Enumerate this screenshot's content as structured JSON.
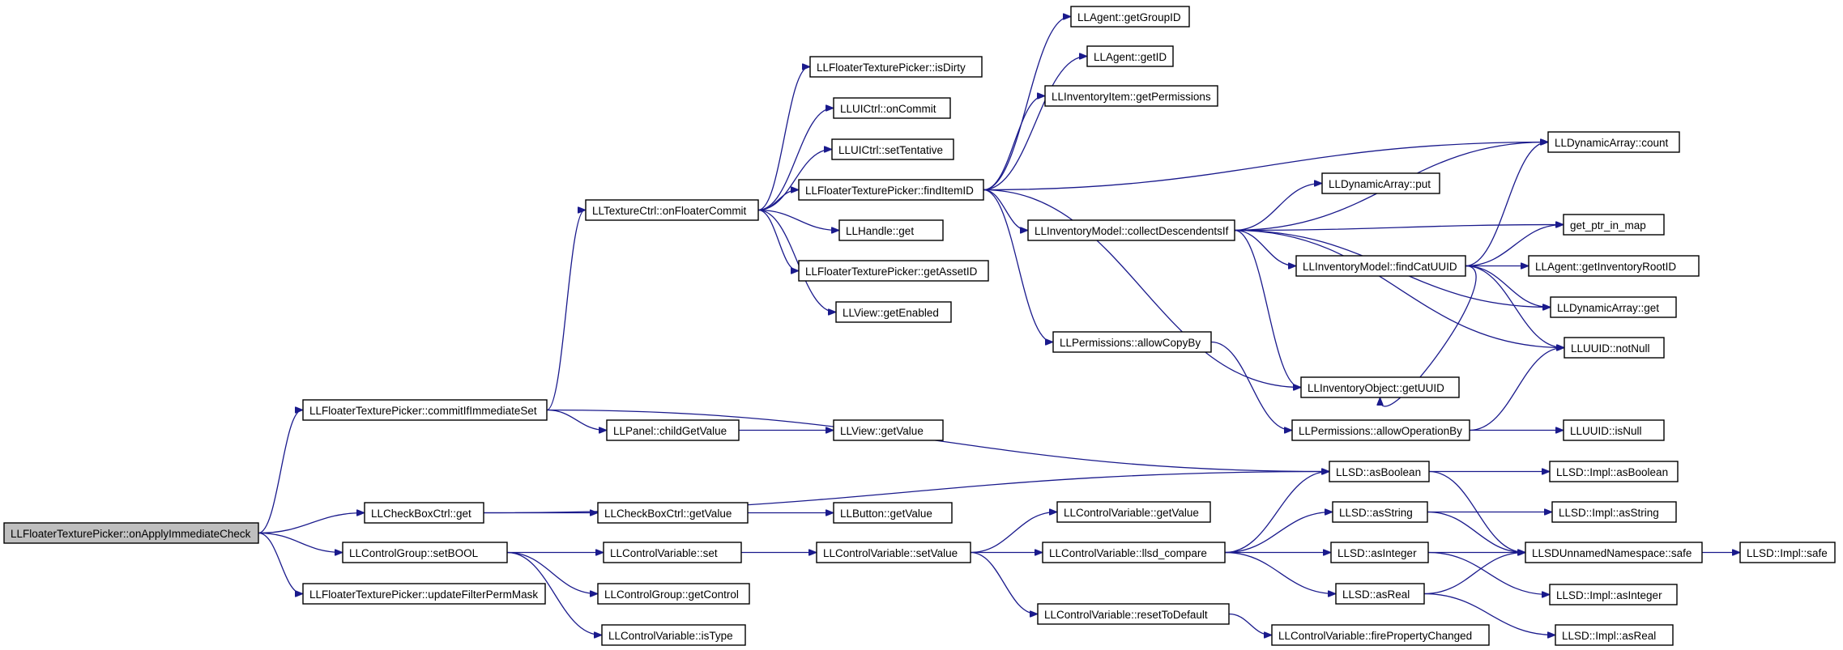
{
  "diagram": {
    "nodes": [
      {
        "id": "onApplyImmediateCheck",
        "label": "LLFloaterTexturePicker::onApplyImmediateCheck",
        "root": true
      },
      {
        "id": "commitIfImmediateSet",
        "label": "LLFloaterTexturePicker::commitIfImmediateSet"
      },
      {
        "id": "cbGet",
        "label": "LLCheckBoxCtrl::get"
      },
      {
        "id": "setBOOL",
        "label": "LLControlGroup::setBOOL"
      },
      {
        "id": "updateFilterPermMask",
        "label": "LLFloaterTexturePicker::updateFilterPermMask"
      },
      {
        "id": "onFloaterCommit",
        "label": "LLTextureCtrl::onFloaterCommit"
      },
      {
        "id": "childGetValue",
        "label": "LLPanel::childGetValue"
      },
      {
        "id": "viewGetValue",
        "label": "LLView::getValue"
      },
      {
        "id": "cbGetValue",
        "label": "LLCheckBoxCtrl::getValue"
      },
      {
        "id": "buttonGetValue",
        "label": "LLButton::getValue"
      },
      {
        "id": "cvSet",
        "label": "LLControlVariable::set"
      },
      {
        "id": "getControl",
        "label": "LLControlGroup::getControl"
      },
      {
        "id": "isType",
        "label": "LLControlVariable::isType"
      },
      {
        "id": "cvSetValue",
        "label": "LLControlVariable::setValue"
      },
      {
        "id": "isDirty",
        "label": "LLFloaterTexturePicker::isDirty"
      },
      {
        "id": "onCommit",
        "label": "LLUICtrl::onCommit"
      },
      {
        "id": "setTentative",
        "label": "LLUICtrl::setTentative"
      },
      {
        "id": "findItemID",
        "label": "LLFloaterTexturePicker::findItemID"
      },
      {
        "id": "handleGet",
        "label": "LLHandle::get"
      },
      {
        "id": "getAssetID",
        "label": "LLFloaterTexturePicker::getAssetID"
      },
      {
        "id": "getEnabled",
        "label": "LLView::getEnabled"
      },
      {
        "id": "getGroupID",
        "label": "LLAgent::getGroupID"
      },
      {
        "id": "agentGetID",
        "label": "LLAgent::getID"
      },
      {
        "id": "getPermissions",
        "label": "LLInventoryItem::getPermissions"
      },
      {
        "id": "collectDescendentsIf",
        "label": "LLInventoryModel::collectDescendentsIf"
      },
      {
        "id": "allowCopyBy",
        "label": "LLPermissions::allowCopyBy"
      },
      {
        "id": "cvGetValue",
        "label": "LLControlVariable::getValue"
      },
      {
        "id": "llsdCompare",
        "label": "LLControlVariable::llsd_compare"
      },
      {
        "id": "resetToDefault",
        "label": "LLControlVariable::resetToDefault"
      },
      {
        "id": "daPut",
        "label": "LLDynamicArray::put"
      },
      {
        "id": "findCatUUID",
        "label": "LLInventoryModel::findCatUUID"
      },
      {
        "id": "ioGetUUID",
        "label": "LLInventoryObject::getUUID"
      },
      {
        "id": "allowOperationBy",
        "label": "LLPermissions::allowOperationBy"
      },
      {
        "id": "asBoolean",
        "label": "LLSD::asBoolean"
      },
      {
        "id": "asString",
        "label": "LLSD::asString"
      },
      {
        "id": "asInteger",
        "label": "LLSD::asInteger"
      },
      {
        "id": "asReal",
        "label": "LLSD::asReal"
      },
      {
        "id": "firePropertyChanged",
        "label": "LLControlVariable::firePropertyChanged"
      },
      {
        "id": "daCount",
        "label": "LLDynamicArray::count"
      },
      {
        "id": "getPtrInMap",
        "label": "get_ptr_in_map"
      },
      {
        "id": "getInventoryRootID",
        "label": "LLAgent::getInventoryRootID"
      },
      {
        "id": "daGet",
        "label": "LLDynamicArray::get"
      },
      {
        "id": "notNull",
        "label": "LLUUID::notNull"
      },
      {
        "id": "isNull",
        "label": "LLUUID::isNull"
      },
      {
        "id": "implAsBoolean",
        "label": "LLSD::Impl::asBoolean"
      },
      {
        "id": "implAsString",
        "label": "LLSD::Impl::asString"
      },
      {
        "id": "safeNS",
        "label": "LLSDUnnamedNamespace::safe"
      },
      {
        "id": "implAsInteger",
        "label": "LLSD::Impl::asInteger"
      },
      {
        "id": "implAsReal",
        "label": "LLSD::Impl::asReal"
      },
      {
        "id": "implSafe",
        "label": "LLSD::Impl::safe"
      }
    ],
    "edges": [
      [
        "onApplyImmediateCheck",
        "commitIfImmediateSet"
      ],
      [
        "onApplyImmediateCheck",
        "cbGet"
      ],
      [
        "onApplyImmediateCheck",
        "setBOOL"
      ],
      [
        "onApplyImmediateCheck",
        "updateFilterPermMask"
      ],
      [
        "commitIfImmediateSet",
        "onFloaterCommit"
      ],
      [
        "commitIfImmediateSet",
        "childGetValue"
      ],
      [
        "commitIfImmediateSet",
        "asBoolean"
      ],
      [
        "childGetValue",
        "viewGetValue"
      ],
      [
        "cbGet",
        "cbGetValue"
      ],
      [
        "cbGet",
        "asBoolean"
      ],
      [
        "cbGetValue",
        "buttonGetValue"
      ],
      [
        "setBOOL",
        "cvSet"
      ],
      [
        "setBOOL",
        "getControl"
      ],
      [
        "setBOOL",
        "isType"
      ],
      [
        "cvSet",
        "cvSetValue"
      ],
      [
        "cvSetValue",
        "cvGetValue"
      ],
      [
        "cvSetValue",
        "llsdCompare"
      ],
      [
        "cvSetValue",
        "resetToDefault"
      ],
      [
        "resetToDefault",
        "firePropertyChanged"
      ],
      [
        "llsdCompare",
        "asBoolean"
      ],
      [
        "llsdCompare",
        "asString"
      ],
      [
        "llsdCompare",
        "asInteger"
      ],
      [
        "llsdCompare",
        "asReal"
      ],
      [
        "onFloaterCommit",
        "isDirty"
      ],
      [
        "onFloaterCommit",
        "onCommit"
      ],
      [
        "onFloaterCommit",
        "setTentative"
      ],
      [
        "onFloaterCommit",
        "findItemID"
      ],
      [
        "onFloaterCommit",
        "handleGet"
      ],
      [
        "onFloaterCommit",
        "getAssetID"
      ],
      [
        "onFloaterCommit",
        "getEnabled"
      ],
      [
        "findItemID",
        "getGroupID"
      ],
      [
        "findItemID",
        "agentGetID"
      ],
      [
        "findItemID",
        "getPermissions"
      ],
      [
        "findItemID",
        "daCount"
      ],
      [
        "findItemID",
        "collectDescendentsIf"
      ],
      [
        "findItemID",
        "allowCopyBy"
      ],
      [
        "findItemID",
        "ioGetUUID"
      ],
      [
        "collectDescendentsIf",
        "daCount"
      ],
      [
        "collectDescendentsIf",
        "daPut"
      ],
      [
        "collectDescendentsIf",
        "getPtrInMap"
      ],
      [
        "collectDescendentsIf",
        "findCatUUID"
      ],
      [
        "collectDescendentsIf",
        "daGet"
      ],
      [
        "collectDescendentsIf",
        "notNull"
      ],
      [
        "collectDescendentsIf",
        "ioGetUUID"
      ],
      [
        "findCatUUID",
        "daCount"
      ],
      [
        "findCatUUID",
        "getPtrInMap"
      ],
      [
        "findCatUUID",
        "getInventoryRootID"
      ],
      [
        "findCatUUID",
        "daGet"
      ],
      [
        "findCatUUID",
        "notNull"
      ],
      [
        "findCatUUID",
        "ioGetUUID"
      ],
      [
        "allowCopyBy",
        "allowOperationBy"
      ],
      [
        "allowOperationBy",
        "notNull"
      ],
      [
        "allowOperationBy",
        "isNull"
      ],
      [
        "asBoolean",
        "implAsBoolean"
      ],
      [
        "asBoolean",
        "safeNS"
      ],
      [
        "asString",
        "implAsString"
      ],
      [
        "asString",
        "safeNS"
      ],
      [
        "asInteger",
        "safeNS"
      ],
      [
        "asInteger",
        "implAsInteger"
      ],
      [
        "asReal",
        "safeNS"
      ],
      [
        "asReal",
        "implAsReal"
      ],
      [
        "safeNS",
        "implSafe"
      ]
    ]
  }
}
